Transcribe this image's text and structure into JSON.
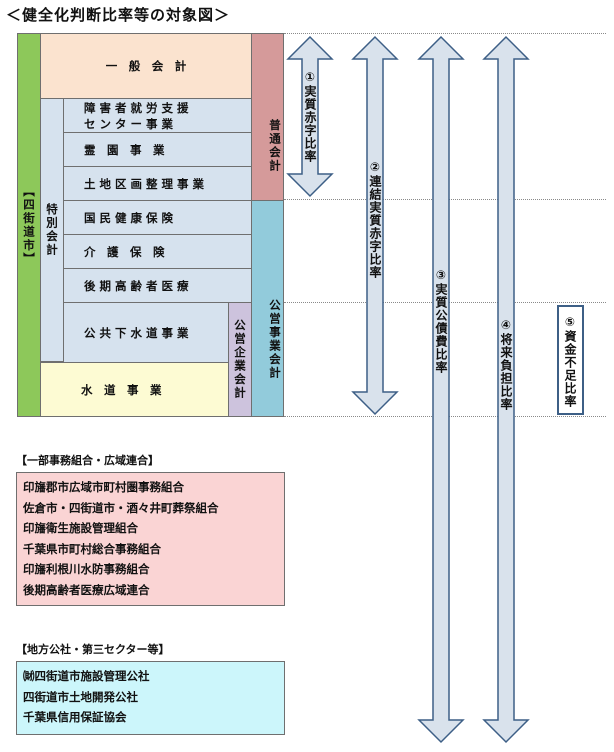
{
  "title": "＜健全化判断比率等の対象図＞",
  "left_label": "【四街道市】",
  "special_accounts_label": "特別会計",
  "rows": {
    "general": "一　般　会　計",
    "r1": "障 害 者 就 労 支 援",
    "r1b": "セ ン タ ー 事 業",
    "r2": "霊　園　事　業",
    "r3": "土 地 区 画 整 理 事 業",
    "r4": "国 民 健 康 保 険",
    "r5": "介　護　保　険",
    "r6": "後 期 高 齢 者 医 療",
    "r7": "公 共 下 水 道 事 業",
    "r8": "水　道　事　業"
  },
  "right_blocks": {
    "ordinary": "普通会計",
    "public_enterprise": "公営事業会計",
    "public_company": "公営企業会計"
  },
  "ratios": {
    "r1": "①実質赤字比率",
    "r2": "②連結実質赤字比率",
    "r3": "③実質公債費比率",
    "r4": "④将来負担比率",
    "r5": "⑤資金不足比率"
  },
  "partial_union": {
    "heading": "【一部事務組合・広域連合】",
    "items": [
      "印旛郡市広域市町村圏事務組合",
      "佐倉市・四街道市・酒々井町葬祭組合",
      "印旛衛生施設管理組合",
      "千葉県市町村総合事務組合",
      "印旛利根川水防事務組合",
      "後期高齢者医療広域連合"
    ]
  },
  "third_sector": {
    "heading": "【地方公社・第三セクター等】",
    "items": [
      "㈶四街道市施設管理公社",
      "四街道市土地開発公社",
      "千葉県信用保証協会"
    ]
  },
  "colors": {
    "green": "#8dc85a",
    "peach": "#fbe3cf",
    "blue_gray": "#d6e2ee",
    "yellow": "#fdfbd3",
    "rose": "#d59a9a",
    "cyan": "#92cbdb",
    "lavender": "#cdc3dd",
    "pink_box": "#fad4d4",
    "cyan_box": "#ccf6fb",
    "arrow": "#d9e2ec"
  }
}
